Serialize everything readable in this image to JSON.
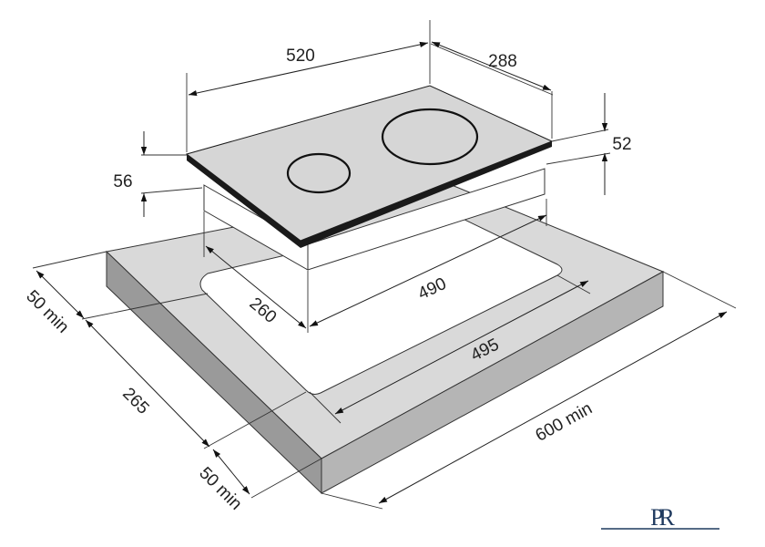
{
  "dimensions": {
    "hob_width": "520",
    "hob_depth": "288",
    "hob_thickness": "52",
    "hob_total_height": "56",
    "cutout_width": "490",
    "cutout_depth": "260",
    "cutout_width_max": "495",
    "front_clearance": "50 min",
    "cutout_depth_max": "265",
    "rear_clearance": "50 min",
    "worktop_depth": "600 min"
  },
  "colors": {
    "worktop_top": "#d9d9d9",
    "worktop_front": "#9a9a9a",
    "worktop_side": "#b5b5b5",
    "glass_top": "#d6d6d6",
    "glass_edge": "#1a1a1a",
    "hob_body": "#ffffff",
    "cutout": "#ffffff",
    "lines": "#222222",
    "logo": "#1f3a5f"
  },
  "logo": {
    "text": "PR"
  }
}
